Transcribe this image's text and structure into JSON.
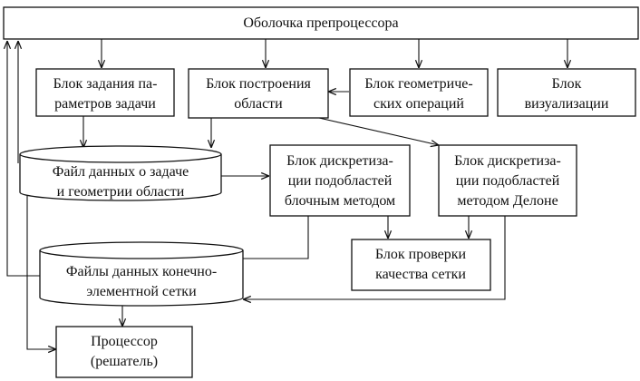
{
  "nodes": {
    "shell": {
      "lines": [
        "Оболочка препроцессора"
      ]
    },
    "task_params": {
      "lines": [
        "Блок задания па-",
        "раметров задачи"
      ]
    },
    "domain_build": {
      "lines": [
        "Блок построения",
        "области"
      ]
    },
    "geom_ops": {
      "lines": [
        "Блок геометриче-",
        "ских операций"
      ]
    },
    "visual": {
      "lines": [
        "Блок",
        "визуализации"
      ]
    },
    "task_data_file": {
      "lines": [
        "Файл данных о задаче",
        "и геометрии области"
      ]
    },
    "block_discr": {
      "lines": [
        "Блок дискретиза-",
        "ции подобластей",
        "блочным методом"
      ]
    },
    "delaunay_discr": {
      "lines": [
        "Блок дискретиза-",
        "ции подобластей",
        "методом Делоне"
      ]
    },
    "mesh_check": {
      "lines": [
        "Блок проверки",
        "качества сетки"
      ]
    },
    "fe_mesh_files": {
      "lines": [
        "Файлы данных конечно-",
        "элементной сетки"
      ]
    },
    "processor": {
      "lines": [
        "Процессор",
        "(решатель)"
      ]
    }
  }
}
